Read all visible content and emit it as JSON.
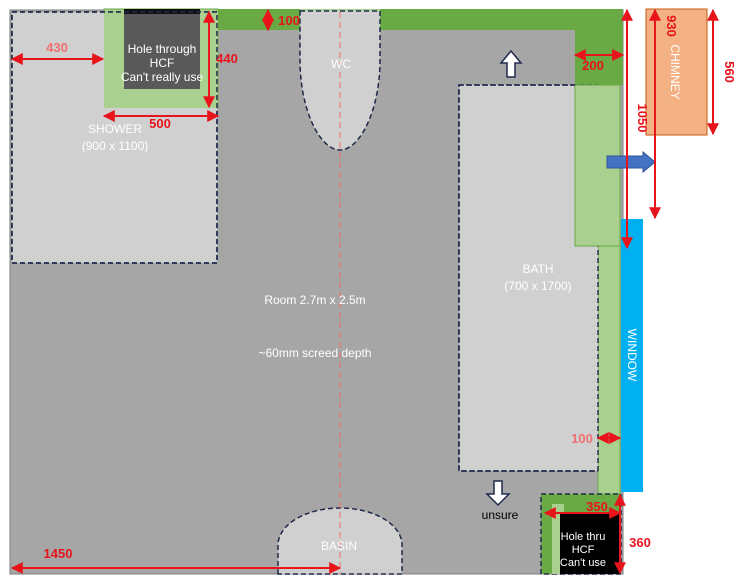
{
  "room": {
    "title": "Room 2.7m x 2.5m",
    "screed": "~60mm screed depth"
  },
  "fixtures": {
    "shower": {
      "name": "SHOWER",
      "size": "(900 x 1100)"
    },
    "wc": {
      "name": "WC"
    },
    "bath": {
      "name": "BATH",
      "size": "(700 x 1700)"
    },
    "basin": {
      "name": "BASIN"
    },
    "window": {
      "name": "WINDOW"
    },
    "chimney": {
      "name": "CHIMNEY"
    }
  },
  "holes": {
    "top": {
      "line1": "Hole through",
      "line2": "HCF",
      "line3": "Can't really use"
    },
    "bottom": {
      "line1": "Hole thru",
      "line2": "HCF",
      "line3": "Can't use"
    }
  },
  "notes": {
    "unsure": "unsure"
  },
  "dimensions": {
    "d430": "430",
    "d440": "440",
    "d500": "500",
    "d100_top": "100",
    "d200": "200",
    "d930": "930",
    "d560": "560",
    "d1050": "1050",
    "d100_right": "100",
    "d350": "350",
    "d360": "360",
    "d1450": "1450"
  },
  "colors": {
    "room_floor": "#a6a6a6",
    "fixture_fill": "#d0d0d0",
    "wall_green": "#6aaa45",
    "light_green": "#a9d08e",
    "dark_box": "#595959",
    "chimney": "#f4b183",
    "window": "#00b0f0",
    "dimension_red": "#e8141c",
    "outline_navy": "#1f2a4a",
    "arrow_blue": "#4472c4"
  }
}
